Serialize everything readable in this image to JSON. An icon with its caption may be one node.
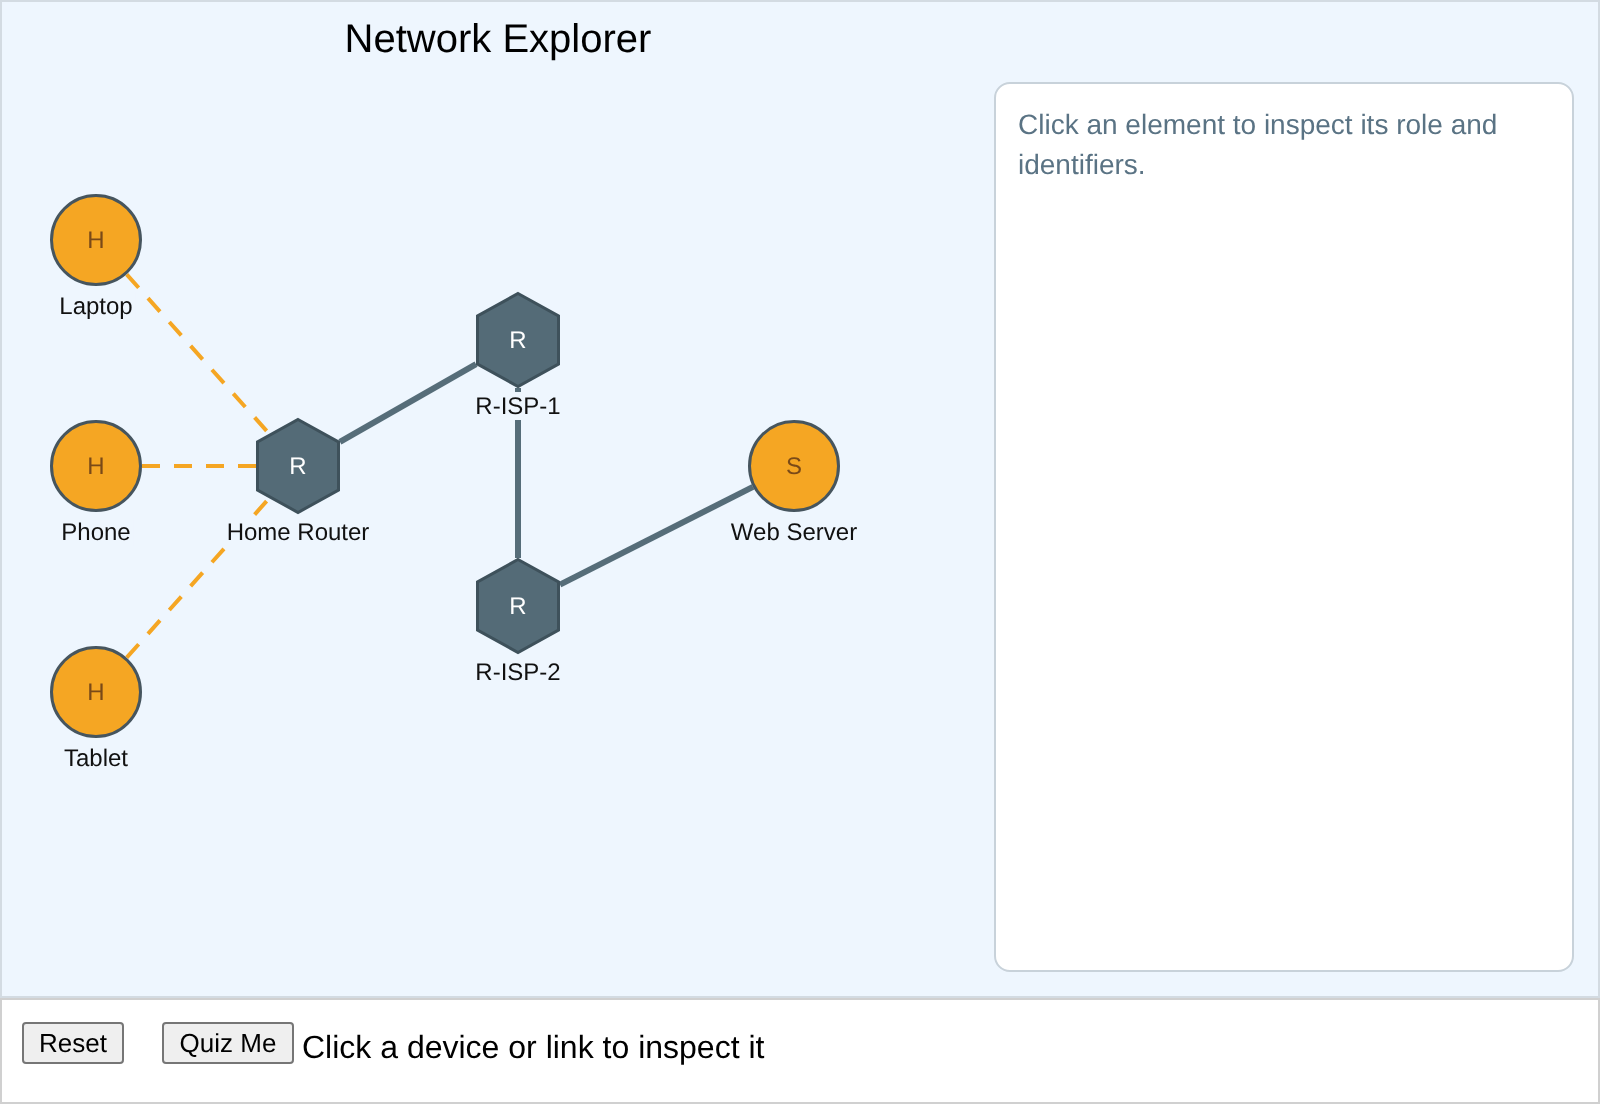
{
  "diagram": {
    "title": "Network Explorer",
    "nodes": [
      {
        "text": [
          "H"
        ],
        "beside": [
          "Laptop"
        ]
      },
      {
        "text": [
          "H"
        ],
        "beside": [
          "Phone"
        ]
      },
      {
        "text": [
          "H"
        ],
        "beside": [
          "Tablet"
        ]
      },
      {
        "text": [
          "R"
        ],
        "beside": [
          "Home Router"
        ]
      },
      {
        "text": [
          "R"
        ],
        "beside": [
          "R-ISP-1"
        ]
      },
      {
        "text": [
          "R"
        ],
        "beside": [
          "R-ISP-2"
        ]
      },
      {
        "text": [
          "S"
        ],
        "beside": [
          "Web Server"
        ]
      },
      {
        "text": [
          "Click an element to inspect its role and identifiers."
        ]
      }
    ],
    "edges": [
      {
        "from": 0,
        "to": 3,
        "arrow": "none",
        "style": "dashed",
        "color": "#f5a623"
      },
      {
        "from": 1,
        "to": 3,
        "arrow": "none",
        "style": "dashed",
        "color": "#f5a623"
      },
      {
        "from": 2,
        "to": 3,
        "arrow": "none",
        "style": "dashed",
        "color": "#f5a623"
      },
      {
        "from": 3,
        "to": 4,
        "arrow": "none",
        "color": "#566d79"
      },
      {
        "from": 4,
        "to": 5,
        "arrow": "none",
        "color": "#566d79"
      },
      {
        "from": 5,
        "to": 6,
        "arrow": "none",
        "color": "#566d79"
      }
    ],
    "labels": [
      "Reset",
      "Quiz Me",
      "Click a device or link to inspect it"
    ]
  }
}
